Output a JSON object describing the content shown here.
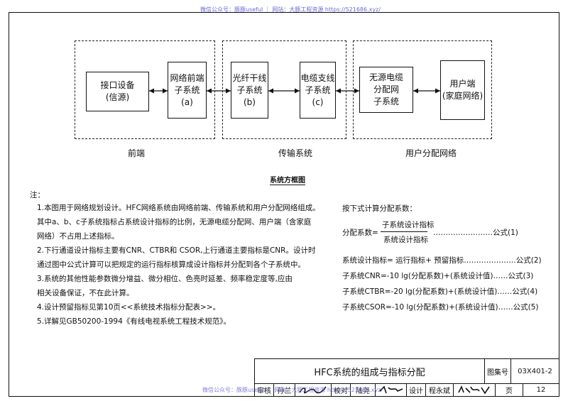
{
  "watermark_top": "微信公众号：豚豚useful ｜ 网站：大豚工程资源 https://521686.xyz/",
  "watermark_bottom": "微信公众号：豚豚useful ｜ 网站：大豚工程资源 https://521686.xyz/",
  "diagram": {
    "blocks": [
      {
        "lines": [
          "接口设备",
          "(信源)"
        ]
      },
      {
        "lines": [
          "网络前端",
          "子系统",
          "(a)"
        ]
      },
      {
        "lines": [
          "光纤干线",
          "子系统",
          "(b)"
        ]
      },
      {
        "lines": [
          "电缆支线",
          "子系统",
          "(c)"
        ]
      },
      {
        "lines": [
          "无源电缆",
          "分配网",
          "子系统"
        ]
      },
      {
        "lines": [
          "用户端",
          "(家庭网络)"
        ]
      }
    ],
    "sections": [
      "前端",
      "传输系统",
      "用户分配网络"
    ],
    "caption": "系统方框图"
  },
  "notes": {
    "heading": "注：",
    "lines": [
      "1.本图用于网络规划设计。HFC网络系统由网络前端、传输系统和用户分配网络组成。",
      "   其中a、b、c子系统指标占系统设计指标的比例，无源电缆分配网、用户端（含家庭",
      "   网络）不占用上述指标。",
      "2.下行通道设计指标主要有CNR、CTBR和 CSOR,上行通道主要指标是CNR。设计时",
      "   通过图中公式计算可以把规定的运行指标核算成设计指标并分配到各个子系统中。",
      "3.系统的其他性能参数微分增益、微分相位、色亮时延差、频率稳定度等,应由",
      "   相关设备保证，不在此计算。",
      "4.设计预留指标见第10页<<系统技术指标分配表>>。",
      "5.详解见GB50200-1994《有线电视系统工程技术规范》。"
    ]
  },
  "formulas": {
    "intro": "按下式计算分配系数：",
    "f1_lhs": "分配系数=",
    "f1_num": "子系统设计指标",
    "f1_den": "系统设计指标",
    "f1_tag": "……………………公式(1)",
    "f2": "系统设计指标= 运行指标+ 预留指标…………………公式(2)",
    "f3": "子系统CNR=-10  lg(分配系数)+(系统设计值)……公式(3)",
    "f4": "子系统CTBR=-20  lg(分配系数)+(系统设计值)……公式(4)",
    "f5": "子系统CSOR=-10  lg(分配系数)+(系统设计值)……公式(5)"
  },
  "title_block": {
    "title": "HFC系统的组成与指标分配",
    "atlas_label": "图集号",
    "atlas_no": "03X401-2",
    "review_label": "审核",
    "reviewer": "孙兰",
    "check_label": "校对",
    "checker": "陆尧",
    "design_label": "设计",
    "designer": "程永斌",
    "page_label": "页",
    "page_no": "12"
  }
}
